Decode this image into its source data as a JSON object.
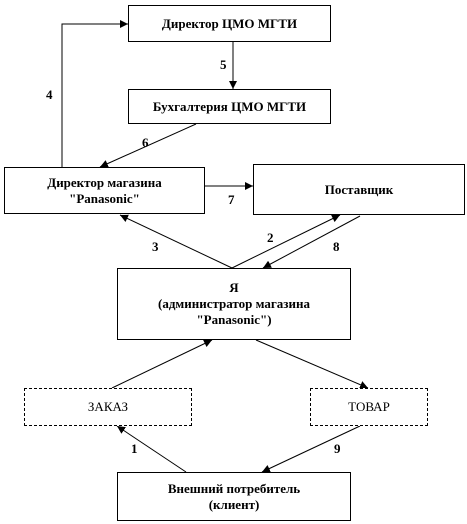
{
  "nodes": {
    "director_cmo": "Директор ЦМО МГТИ",
    "accounting_cmo": "Бухгалтерия ЦМО МГТИ",
    "director_store": [
      "Директор магазина",
      "\"Panasonic\""
    ],
    "supplier": "Поставщик",
    "me": [
      "Я",
      "(администратор магазина",
      "\"Panasonic\")"
    ],
    "order": "ЗАКАЗ",
    "goods": "ТОВАР",
    "consumer": [
      "Внешний потребитель",
      "(клиент)"
    ]
  },
  "edge_labels": {
    "e1": "1",
    "e2": "2",
    "e3": "3",
    "e4": "4",
    "e5": "5",
    "e6": "6",
    "e7": "7",
    "e8": "8",
    "e9": "9"
  }
}
